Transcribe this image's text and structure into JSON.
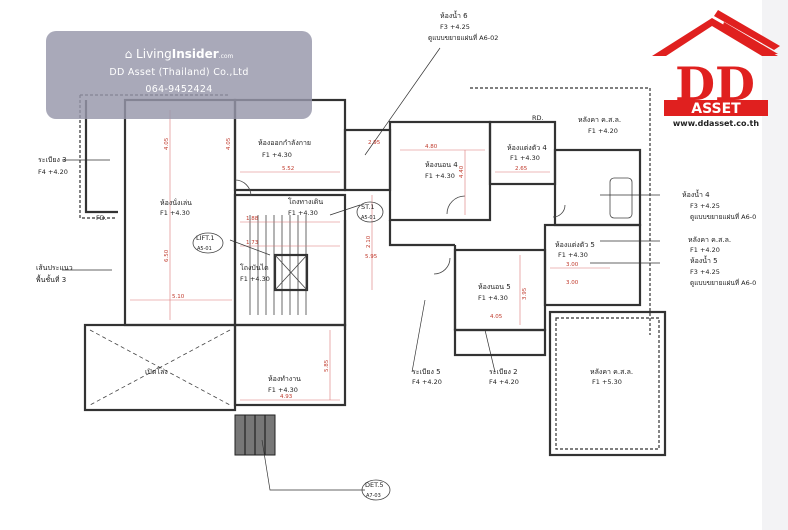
{
  "watermark": {
    "brand_light": "Living",
    "brand_bold": "Insider",
    "brand_suffix": ".com",
    "company": "DD Asset (Thailand) Co.,Ltd",
    "phone": "064-9452424"
  },
  "logo": {
    "text_main": "DD",
    "text_sub": "ASSET",
    "url": "www.ddasset.co.th",
    "color": "#e0201f"
  },
  "rooms": {
    "bath6": {
      "name": "ห้องน้ำ 6",
      "level": "F3 +4.25",
      "ref": "ดูแบบขยายแผ่นที่ A6-02"
    },
    "balcony3": {
      "name": "ระเบียง 3",
      "level": "F4 +4.20"
    },
    "exercise": {
      "name": "ห้องออกกำลังกาย",
      "level": "F1 +4.30"
    },
    "bedroom4": {
      "name": "ห้องนอน 4",
      "level": "F1 +4.30"
    },
    "dressing4": {
      "name": "ห้องแต่งตัว 4",
      "level": "F1 +4.30"
    },
    "roof1": {
      "name": "หลังคา ค.ส.ล.",
      "level": "F1 +4.20"
    },
    "living": {
      "name": "ห้องนั่งเล่น",
      "level": "F1 +4.30"
    },
    "hall": {
      "name": "โถงทางเดิน",
      "level": "F1 +4.30"
    },
    "stairhall": {
      "name": "โถงบันได",
      "level": "F1 +4.30"
    },
    "dashline": {
      "line1": "เส้นประแนว",
      "line2": "พื้นชั้นที่ 3"
    },
    "bedroom5": {
      "name": "ห้องนอน 5",
      "level": "F1 +4.30"
    },
    "dressing5": {
      "name": "ห้องแต่งตัว 5",
      "level": "F1 +4.30"
    },
    "bath4": {
      "name": "ห้องน้ำ 4",
      "level": "F3 +4.25",
      "ref": "ดูแบบขยายแผ่นที่ A6-0"
    },
    "roof2": {
      "name": "หลังคา ค.ส.ล.",
      "level": "F1 +4.20"
    },
    "bath5": {
      "name": "ห้องน้ำ 5",
      "level": "F3 +4.25",
      "ref": "ดูแบบขยายแผ่นที่ A6-0"
    },
    "open": {
      "name": "เปิดโล่ง"
    },
    "work": {
      "name": "ห้องทำงาน",
      "level": "F1 +4.30"
    },
    "balcony5": {
      "name": "ระเบียง 5",
      "level": "F4 +4.20"
    },
    "balcony2": {
      "name": "ระเบียง 2",
      "level": "F4 +4.20"
    },
    "roof3": {
      "name": "หลังคา ค.ส.ล.",
      "level": "F1 +5.30"
    }
  },
  "callouts": {
    "lift": {
      "id": "LIFT.1",
      "sheet": "A5-01"
    },
    "stair": {
      "id": "ST.1",
      "sheet": "A5-01"
    },
    "det": {
      "id": "DET.5",
      "sheet": "A7-03"
    }
  },
  "dimensions": {
    "d1": "4.05",
    "d2": "4.05",
    "d3": "5.52",
    "d4": "6.50",
    "d5": "5.10",
    "d6": "1.88",
    "d7": "1.73",
    "d8": "4.80",
    "d9": "4.40",
    "d10": "2.65",
    "d11": "2.10",
    "d12": "5.95",
    "d13": "4.05",
    "d14": "3.95",
    "d15": "3.00",
    "d16": "3.00",
    "d17": "5.85",
    "d18": "4.93",
    "d19": "2.95"
  },
  "marks": {
    "fd": "FD.",
    "rd": "RD."
  }
}
